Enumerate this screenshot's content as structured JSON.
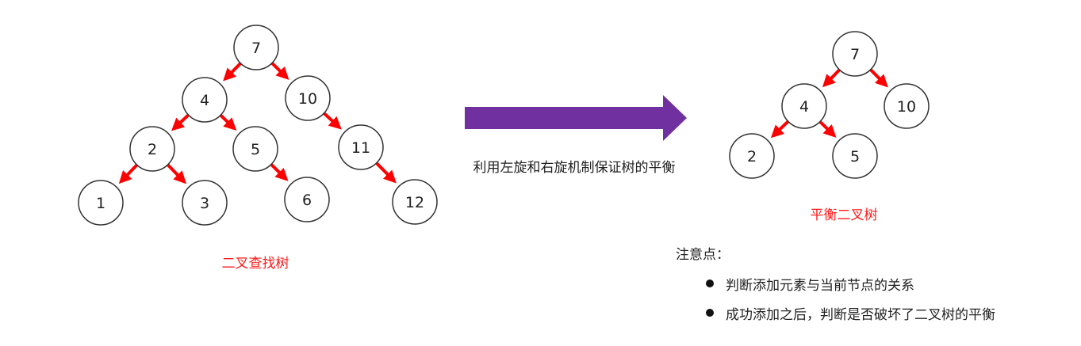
{
  "colors": {
    "edge": "#ff0000",
    "arrow": "#7030a0",
    "caption": "#ff1a1a",
    "node_stroke": "#333333"
  },
  "left_tree": {
    "caption": "二叉查找树",
    "nodes": [
      "7",
      "4",
      "10",
      "2",
      "5",
      "11",
      "1",
      "3",
      "6",
      "12"
    ],
    "edges": [
      [
        0,
        1
      ],
      [
        0,
        2
      ],
      [
        1,
        3
      ],
      [
        1,
        4
      ],
      [
        2,
        5
      ],
      [
        3,
        6
      ],
      [
        3,
        7
      ],
      [
        4,
        8
      ],
      [
        5,
        9
      ]
    ]
  },
  "transform": {
    "label": "利用左旋和右旋机制保证树的平衡",
    "icon": "right-arrow-icon"
  },
  "right_tree": {
    "caption": "平衡二叉树",
    "nodes": [
      "7",
      "4",
      "10",
      "2",
      "5"
    ],
    "edges": [
      [
        0,
        1
      ],
      [
        0,
        2
      ],
      [
        1,
        3
      ],
      [
        1,
        4
      ]
    ]
  },
  "notes": {
    "title": "注意点：",
    "items": [
      "判断添加元素与当前节点的关系",
      "成功添加之后，判断是否破坏了二叉树的平衡"
    ]
  }
}
